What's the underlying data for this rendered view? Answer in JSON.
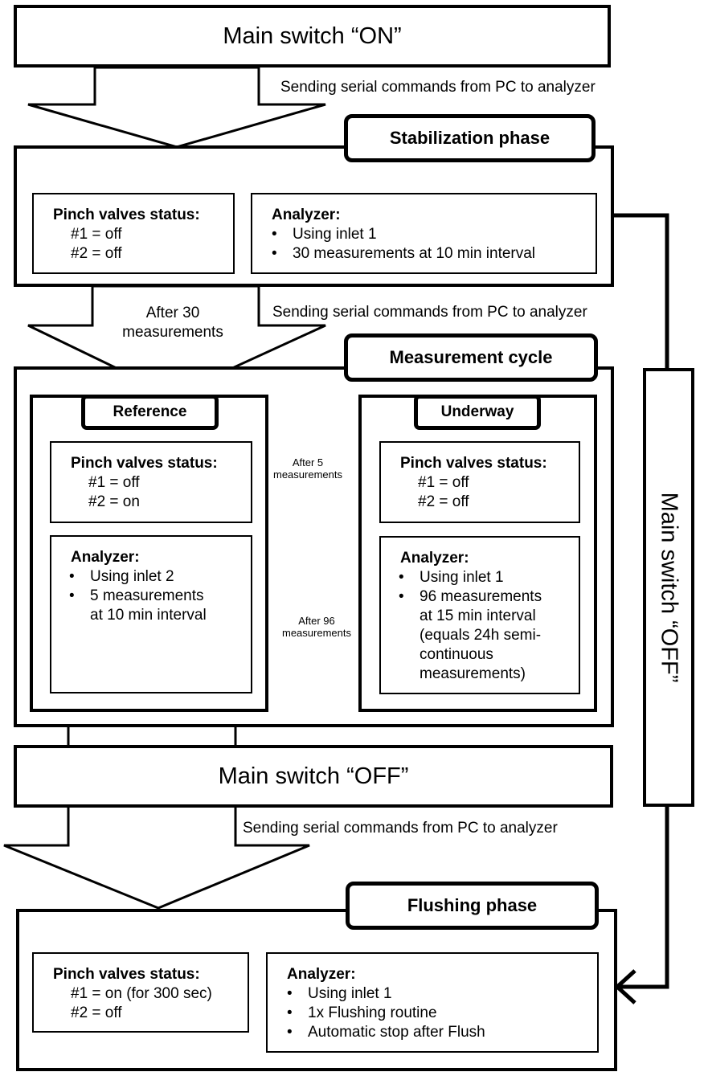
{
  "main_on": {
    "label": "Main switch “ON”"
  },
  "serial_label_1": "Sending serial commands from PC to analyzer",
  "stabilization": {
    "title": "Stabilization phase",
    "pinch": {
      "heading": "Pinch valves status:",
      "lines": [
        "#1 = off",
        "#2 = off"
      ]
    },
    "analyzer": {
      "heading": "Analyzer:",
      "items": [
        "Using inlet 1",
        "30 measurements at 10 min interval"
      ]
    }
  },
  "after_30_label": "After 30 measurements",
  "serial_label_2": "Sending serial commands from PC to analyzer",
  "measurement_cycle": {
    "title": "Measurement cycle"
  },
  "reference": {
    "title": "Reference",
    "pinch": {
      "heading": "Pinch valves status:",
      "lines": [
        "#1 = off",
        "#2 = on"
      ]
    },
    "analyzer": {
      "heading": "Analyzer:",
      "items": [
        "Using inlet 2",
        "5 measurements",
        "at 10 min interval"
      ]
    }
  },
  "underway": {
    "title": "Underway",
    "pinch": {
      "heading": "Pinch valves status:",
      "lines": [
        "#1 = off",
        "#2 = off"
      ]
    },
    "analyzer": {
      "heading": "Analyzer:",
      "items": [
        "Using inlet 1",
        "96 measurements"
      ],
      "continuation": [
        "at 15 min interval",
        "(equals 24h semi-",
        "continuous",
        "measurements)"
      ]
    }
  },
  "arrow_labels": {
    "after_5": [
      "After 5",
      "measurements"
    ],
    "after_96": [
      "After 96",
      "measurements"
    ]
  },
  "main_off": {
    "label": "Main switch “OFF”"
  },
  "serial_label_3": "Sending serial commands from PC to analyzer",
  "main_off_vertical": {
    "label": "Main switch “OFF”"
  },
  "flushing": {
    "title": "Flushing phase",
    "pinch": {
      "heading": "Pinch valves status:",
      "lines": [
        "#1 = on (for 300 sec)",
        "#2 = off"
      ]
    },
    "analyzer": {
      "heading": "Analyzer:",
      "items": [
        "Using inlet 1",
        "1x Flushing routine",
        "Automatic stop after Flush"
      ]
    }
  }
}
